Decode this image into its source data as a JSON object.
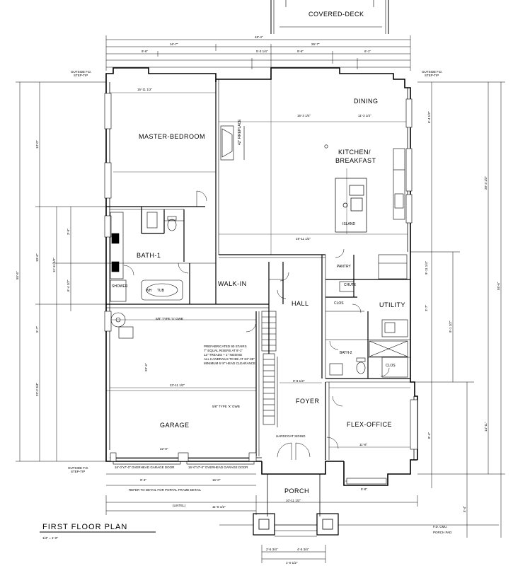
{
  "title": {
    "main": "FIRST FLOOR PLAN",
    "scale": "1/4\" = 1'-0\""
  },
  "rooms": {
    "covered_deck": "COVERED-DECK",
    "master_bedroom": "MASTER-BEDROOM",
    "dining": "DINING",
    "kitchen_1": "KITCHEN/",
    "kitchen_2": "BREAKFAST",
    "bath_1": "BATH-1",
    "walk_in": "WALK-IN",
    "hall": "HALL",
    "utility": "UTILITY",
    "bath_2": "BATH-2",
    "garage": "GARAGE",
    "foyer": "FOYER",
    "flex_office": "FLEX-OFFICE",
    "porch": "PORCH"
  },
  "notes": {
    "fireplace": "42\" FIREPLACE",
    "island": "ISLAND",
    "pantry": "PANTRY",
    "chute": "CHUTE",
    "tub": "TUB",
    "shower": "SHOWER",
    "wh": "WH",
    "closet_1": "CLOS",
    "closet_2": "CLOS",
    "garage_wall": "5/8\" TYPE 'X' GWB",
    "garage_door": "5/8\" TYPE 'X' GWB",
    "stair_note_1": "PREFABRICATED 90 STAIRS",
    "stair_note_2": "7\" EQUAL RISERS AT 8'-1\"",
    "stair_note_3": "12\" TREADS + 1\" NOSING",
    "stair_note_4": "ALL HANDRAILS TO BE AT 34\"-38\"",
    "stair_note_5": "MINIMUM 6'-8\" HEAD CLEARANCE",
    "outside_fd_1": "OUTSIDE F.D.",
    "outside_fd_1b": "STEP-TIP",
    "outside_fd_2": "OUTSIDE F.D.",
    "outside_fd_2b": "STEP-TIP",
    "outside_fd_3": "OUTSIDE F.D.",
    "outside_fd_3b": "STEP-TIP",
    "garage_door_1": "16'-0\"x7'-0\" OVERHEAD GARAGE DOOR",
    "garage_door_2": "16'-0\"x7'-0\" OVERHEAD GARAGE DOOR",
    "header_note": "REFER TO DETAIL FOR PORTAL FRAME DETAIL",
    "fd_cmu": "F.D. CMU",
    "porch_pad": "PORCH PAD",
    "hardboard": "HARDCOAT SIDING",
    "lintel": "(LINTEL)"
  },
  "dims": {
    "d_top_overall": "48'-4\"",
    "d_top_a": "16'-7\"",
    "d_top_b": "26'-7\"",
    "d_top_c": "9'-6\"",
    "d_top_d": "9'-6\"",
    "d_top_e": "5'-3 1/4\"",
    "d_top_f": "6'-1\"",
    "d_master_w": "15'-11 1/2\"",
    "d_dining_w": "16'-3 1/4\"",
    "d_dining_w2": "11'-3 1/4\"",
    "d_kitchen_w": "19'-11 1/2\"",
    "d_garage_w": "23'-11 1/2\"",
    "d_garage_w2": "22'-0\"",
    "d_garage_d": "23'-4\"",
    "d_foyer_w": "9'-8 1/2\"",
    "d_flex_w": "11'-8\"",
    "d_bottom_a": "9'-4\"",
    "d_bottom_b": "16'-0\"",
    "d_bottom_c": "5'-8\"",
    "d_bottom_d": "11'-8 1/2\"",
    "d_porch": "10'-11 1/2\"",
    "d_steps_a": "2'-5 3/4\"",
    "d_steps_b": "4'-5 3/4\"",
    "d_steps_c": "1'-0 1/2\"",
    "d_left_a": "13'-0\"",
    "d_left_b": "3'-5\"",
    "d_left_c": "11'-11 1/2\"",
    "d_left_d": "10'-6\"",
    "d_left_e": "6'-4 1/2\"",
    "d_left_f": "5'-7\"",
    "d_left_g": "23'-2 3/4\"",
    "d_left_overall": "55'-6\"",
    "d_right_a": "9'-11 1/4\"",
    "d_right_b": "3'-7\"",
    "d_right_c": "28'-3 1/2\"",
    "d_right_d": "55'-6\"",
    "d_right_e": "6'-4 1/2\"",
    "d_right_f": "14'-11\"",
    "d_right_g": "9'-1 1/2\"",
    "d_right_h": "8'-4\"",
    "d_right_i": "5'-4\""
  }
}
